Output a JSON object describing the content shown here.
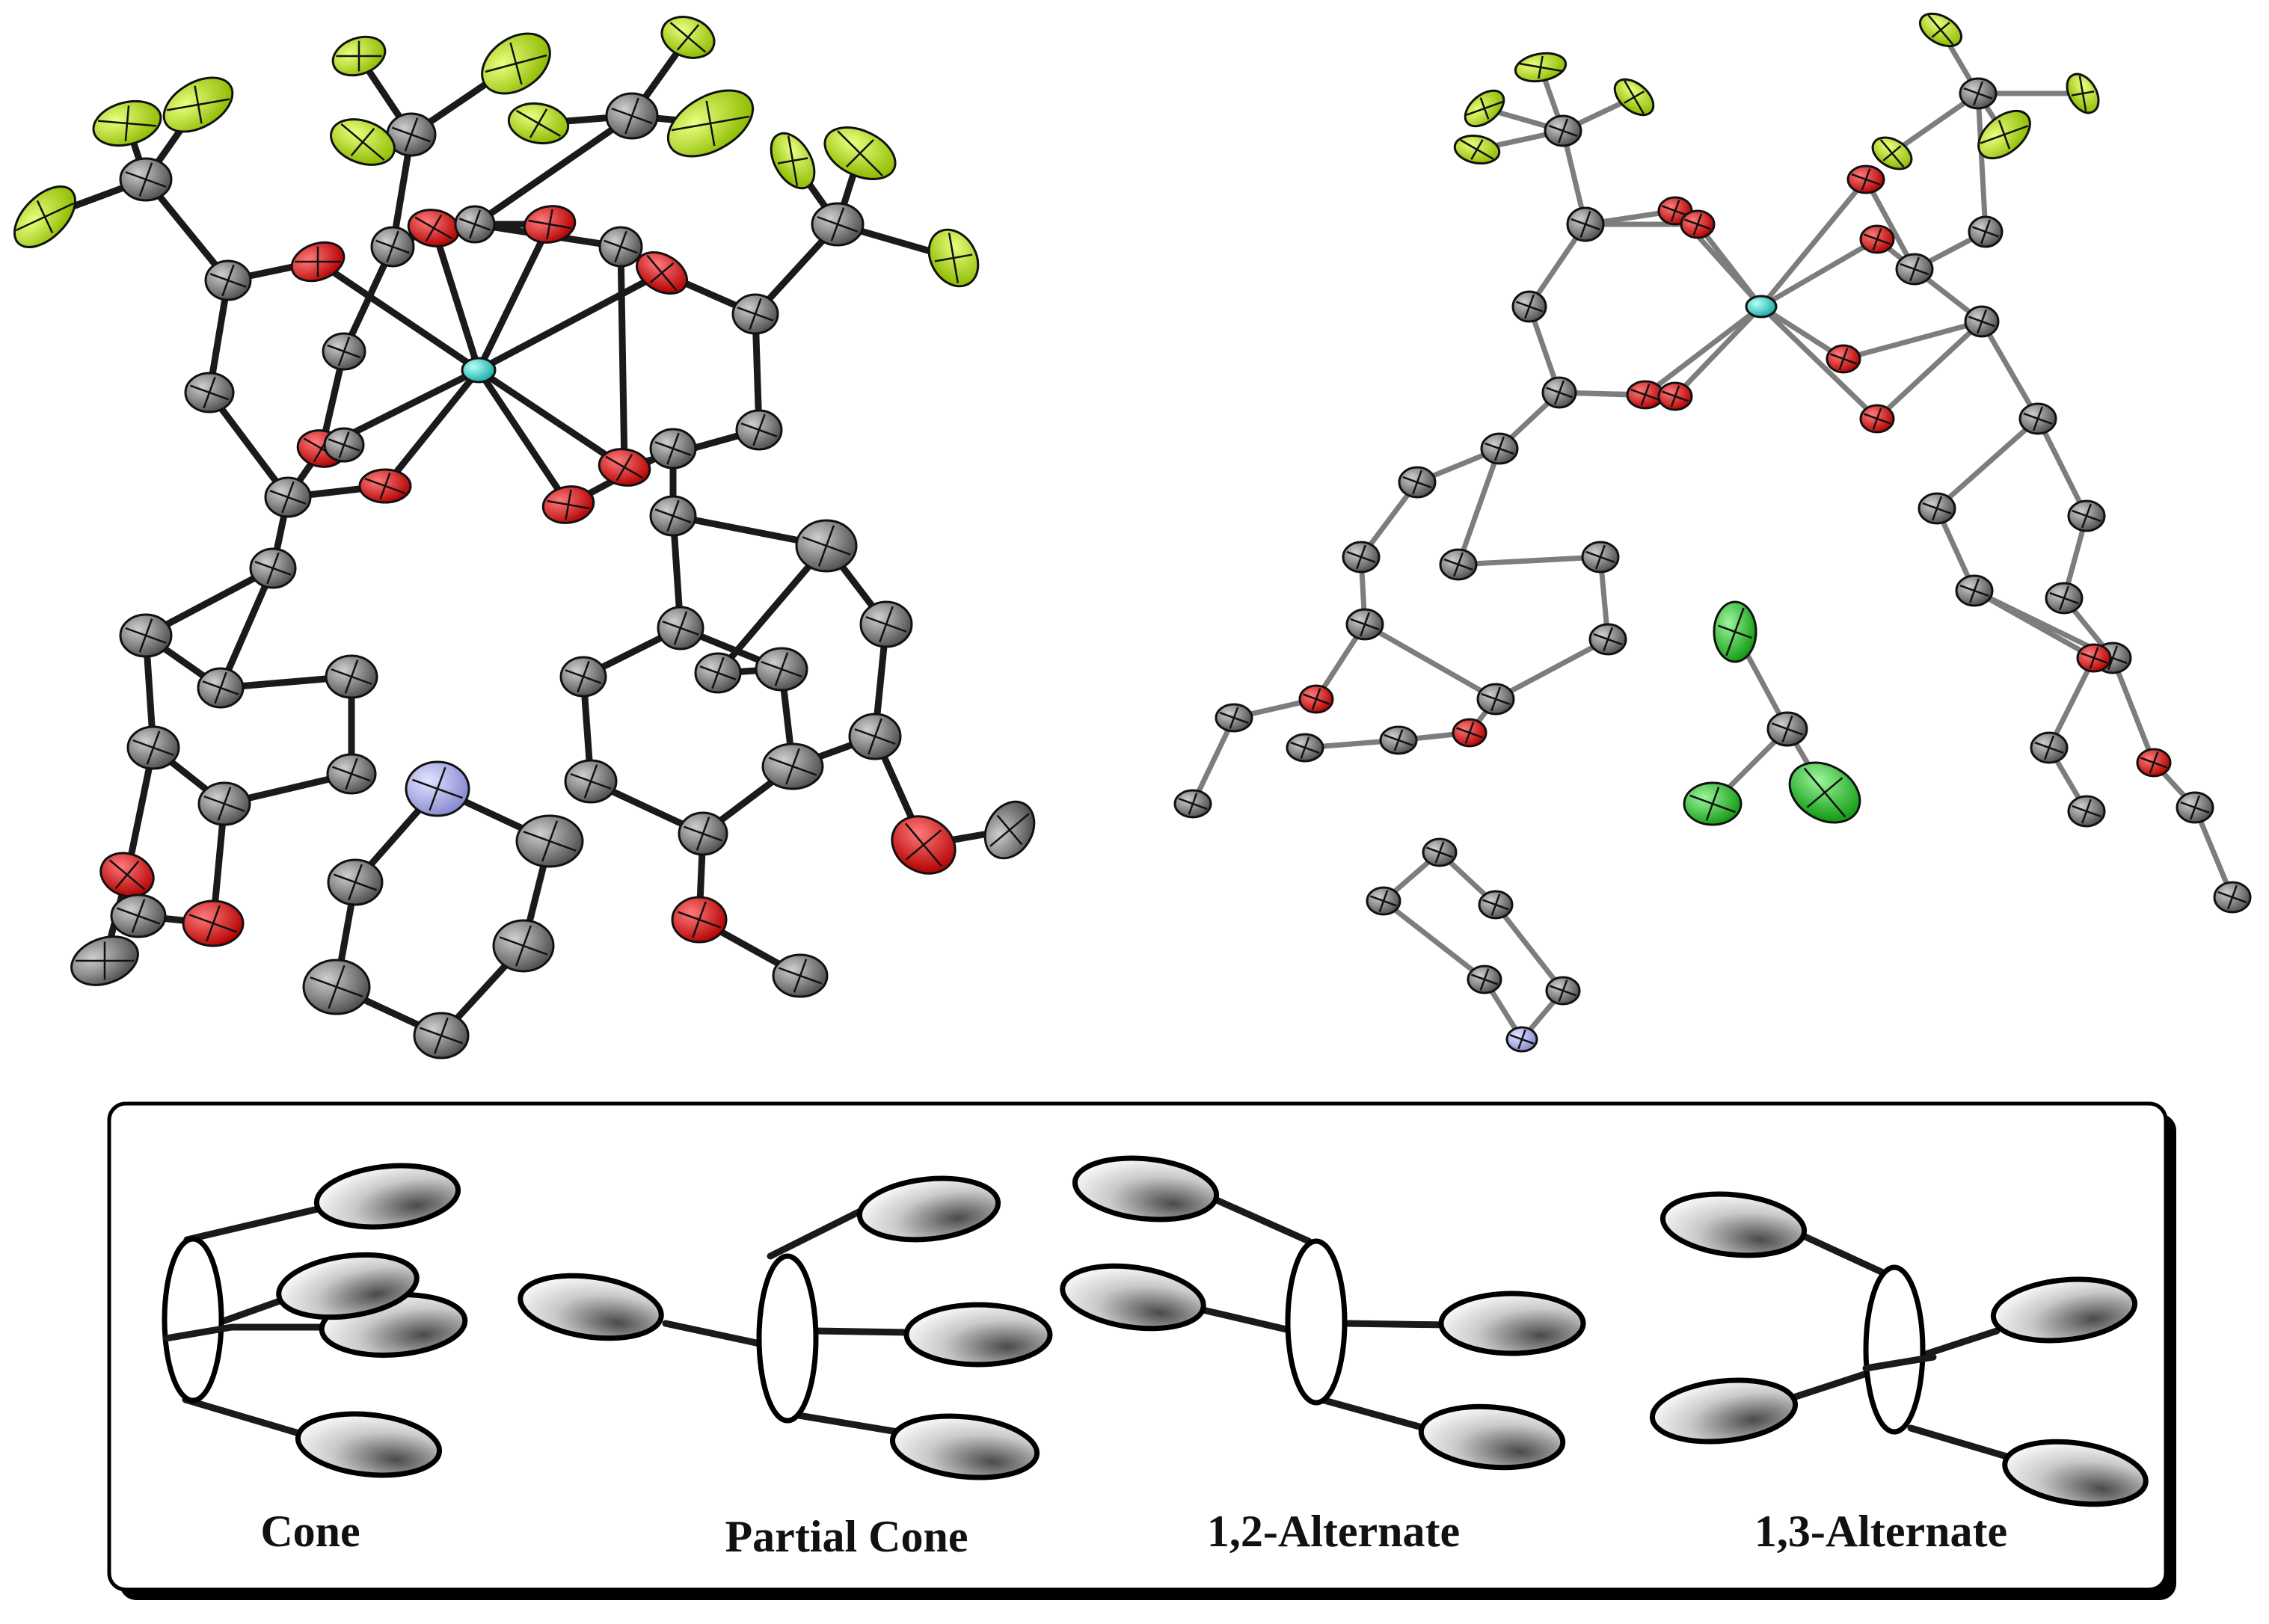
{
  "conformers": [
    {
      "label": "Cone",
      "color": "#e30613"
    },
    {
      "label": "Partial Cone",
      "color": "#111111"
    },
    {
      "label": "1,2-Alternate",
      "color": "#111111"
    },
    {
      "label": "1,3-Alternate",
      "color": "#111111"
    }
  ],
  "atom_colors": {
    "carbon": "#7b7b7b",
    "oxygen": "#e00000",
    "fluorine": "#b7e21a",
    "nitrogen": "#a9abe6",
    "metal": "#2dd4cc",
    "chlorine": "#21c421"
  }
}
